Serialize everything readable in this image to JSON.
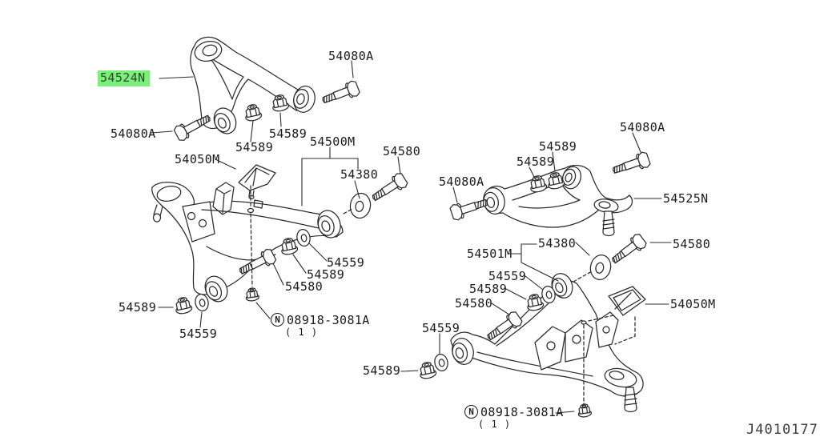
{
  "diagram": {
    "code": "J4010177",
    "highlight_color": "#7cee7c",
    "line_color": "#2b2b2b",
    "background": "#ffffff"
  },
  "part_numbers": {
    "upper_link_left": "54524N",
    "upper_link_right": "54525N",
    "transverse_link_left": "54500M",
    "transverse_link_right": "54501M",
    "bolt_upper": "54080A",
    "washer_plate": "54380",
    "bolt_lower": "54580",
    "washer": "54559",
    "nut": "54589",
    "bumper_bound": "54050M",
    "nut_circled_prefix": "N",
    "nut_special": "08918-3081A",
    "nut_special_qty": "( 1 )"
  }
}
